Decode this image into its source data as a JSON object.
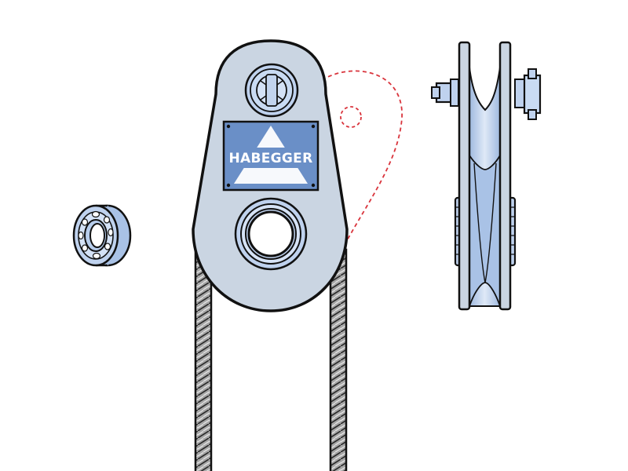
{
  "diagram": {
    "nameplate": {
      "brand": "HABEGGER"
    },
    "parts": [
      {
        "id": "ball-bearing",
        "view": "front"
      },
      {
        "id": "pulley-block",
        "view": "front"
      },
      {
        "id": "pulley-block",
        "view": "side"
      },
      {
        "id": "wire-rope"
      }
    ],
    "swing_indicator": {
      "style": "dashed",
      "color": "#d9343c"
    },
    "colors": {
      "body": "#cad5e2",
      "bearing": "#bfd2ee",
      "plate": "#6a8fc7",
      "outline": "#111111",
      "rope": "#9a9a9a"
    }
  }
}
